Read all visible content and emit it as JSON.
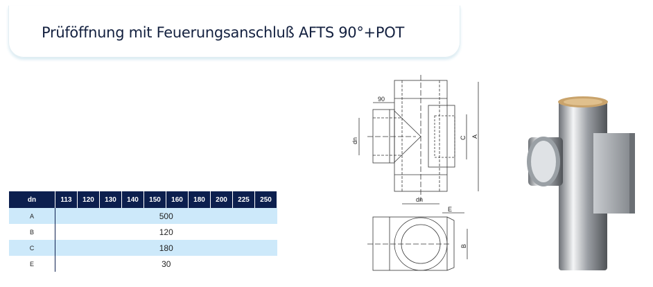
{
  "title": "Prüföffnung mit Feuerungsanschluß AFTS 90°+POT",
  "table": {
    "header_label": "dn",
    "columns": [
      "113",
      "120",
      "130",
      "140",
      "150",
      "160",
      "180",
      "200",
      "225",
      "250"
    ],
    "rows": [
      {
        "label": "A",
        "value": "500"
      },
      {
        "label": "B",
        "value": "120"
      },
      {
        "label": "C",
        "value": "180"
      },
      {
        "label": "E",
        "value": "30"
      }
    ]
  },
  "drawing": {
    "dim_90": "90",
    "dim_dn_side": "dn",
    "dim_dn_bottom": "dn",
    "dim_A": "A",
    "dim_C": "C",
    "dim_E": "E",
    "dim_B": "B"
  },
  "colors": {
    "header": "#0c1f4e",
    "row_highlight": "#cde9fa"
  }
}
